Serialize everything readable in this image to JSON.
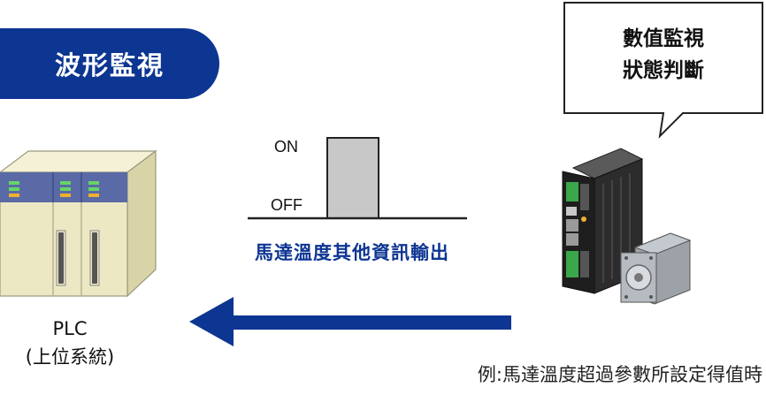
{
  "header": {
    "title": "波形監視"
  },
  "callout": {
    "line1": "數值監視",
    "line2": "狀態判斷"
  },
  "plc": {
    "line1": "PLC",
    "line2": "(上位系統)"
  },
  "pulse": {
    "on_label": "ON",
    "off_label": "OFF",
    "caption": "馬達溫度其他資訊輸出"
  },
  "example": {
    "text": "例:馬達溫度超過參數所設定得值時"
  },
  "colors": {
    "brand_blue": "#0d3592",
    "plc_body": "#ece8c4",
    "pulse_fill": "#c8c8c8"
  }
}
